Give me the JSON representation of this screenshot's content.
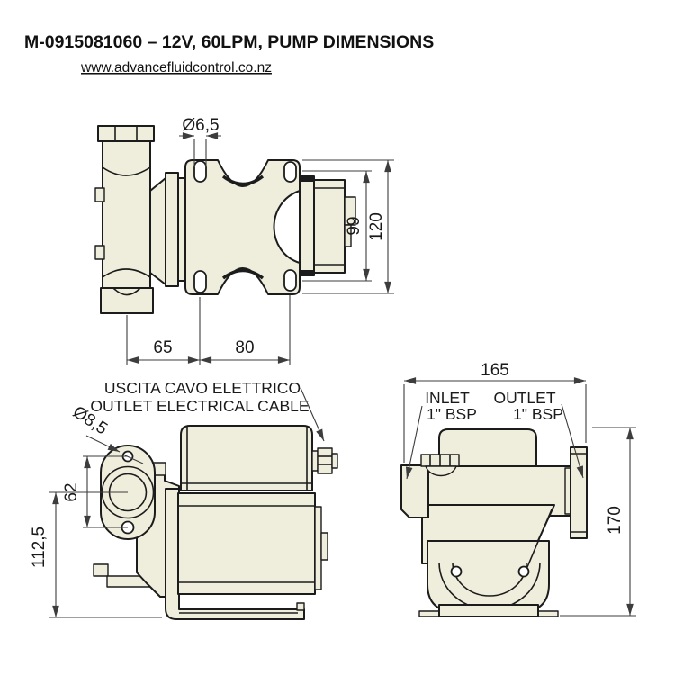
{
  "header": {
    "title": "M-0915081060 – 12V, 60LPM, PUMP DIMENSIONS",
    "url": "www.advancefluidcontrol.co.nz"
  },
  "colors": {
    "body_fill": "#EFEDDB",
    "outline": "#1C1C1C",
    "dimension_lines": "#3D3D3D",
    "background": "#FFFFFF"
  },
  "views": {
    "top_view": {
      "dims": {
        "mount_hole_diameter": "Ø6,5",
        "bolt_span_height": "99",
        "bracket_height": "120",
        "port_to_hole": "65",
        "hole_to_hole": "80"
      }
    },
    "front_view": {
      "labels": {
        "cable_outlet_italian": "USCITA CAVO ELETTRICO",
        "cable_outlet_english": "OUTLET ELECTRICAL CABLE"
      },
      "dims": {
        "flange_hole_diameter": "Ø8,5",
        "flange_hole_spacing": "62",
        "port_centre_height": "112,5"
      }
    },
    "end_view": {
      "labels": {
        "inlet": "INLET",
        "inlet_size": "1\" BSP",
        "outlet": "OUTLET",
        "outlet_size": "1\" BSP"
      },
      "dims": {
        "overall_width": "165",
        "overall_height": "170"
      }
    }
  }
}
